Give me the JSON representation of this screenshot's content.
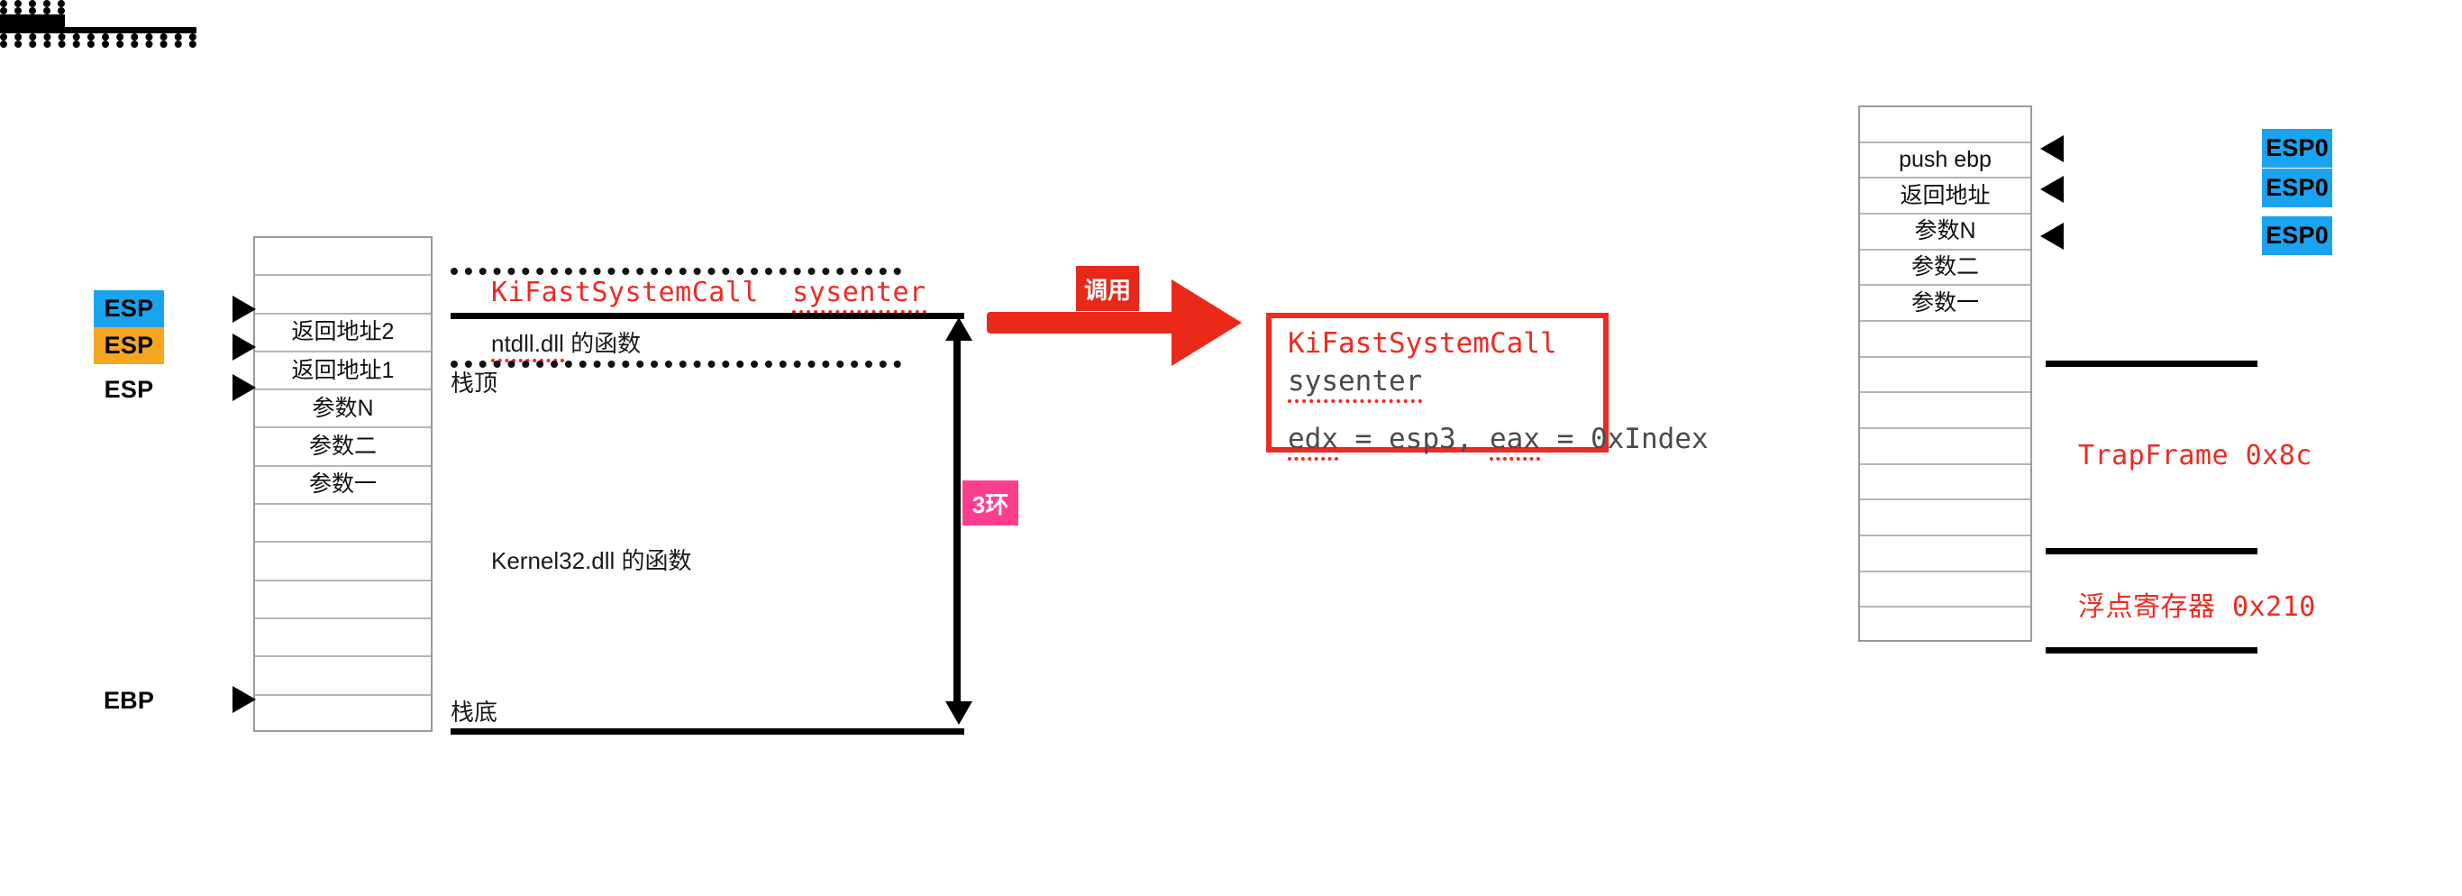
{
  "left_panel": {
    "registers": [
      {
        "label": "ESP",
        "style": "blue",
        "arrow": "dotted"
      },
      {
        "label": "ESP",
        "style": "orange",
        "arrow": "dotted"
      },
      {
        "label": "ESP",
        "style": "plain",
        "arrow": "solid"
      },
      {
        "label": "EBP",
        "style": "plain",
        "arrow": "solid"
      }
    ],
    "stack_rows": [
      "",
      "",
      "返回地址2",
      "返回地址1",
      "参数N",
      "参数二",
      "参数一",
      "",
      "",
      "",
      "",
      "",
      ""
    ]
  },
  "middle_panel": {
    "ring_label": "3环",
    "ntdll_code": "KiFastSystemCall sysenter",
    "ntdll_code_name": "KiFastSystemCall",
    "ntdll_code_instr": "sysenter",
    "ntdll_caption": "ntdll.dll 的函数",
    "ntdll_module": "ntdll.dll",
    "ntdll_module_suffix": " 的函数",
    "stack_top_label": "栈顶",
    "kernel32_caption": "Kernel32.dll 的函数",
    "stack_bottom_label": "栈底"
  },
  "call_arrow": {
    "label": "调用"
  },
  "code_box": {
    "title": "KiFastSystemCall",
    "instruction": "sysenter",
    "registers_line": "edx = esp3, eax = 0xIndex",
    "edx": "edx",
    "eq1": " = esp3, ",
    "eax": "eax",
    "eq2": " = 0xIndex",
    "border_color": "#ef2a22"
  },
  "right_panel": {
    "stack_rows": [
      "",
      "push ebp",
      "返回地址",
      "参数N",
      "参数二",
      "参数一",
      "",
      "",
      "",
      "",
      "",
      "",
      "",
      "",
      ""
    ],
    "esp0_labels": [
      {
        "label": "ESP0",
        "arrow": "solid"
      },
      {
        "label": "ESP0",
        "arrow": "dotted"
      },
      {
        "label": "ESP0",
        "arrow": "dotted"
      }
    ],
    "trapframe_label": "TrapFrame 0x8c",
    "fpu_label": "浮点寄存器 0x210"
  },
  "colors": {
    "blue": "#1aa3ef",
    "orange": "#f5a623",
    "pink": "#fb3f8e",
    "red": "#ea2a18",
    "code_red": "#ef2a22",
    "table_border": "#9a9a9a"
  }
}
